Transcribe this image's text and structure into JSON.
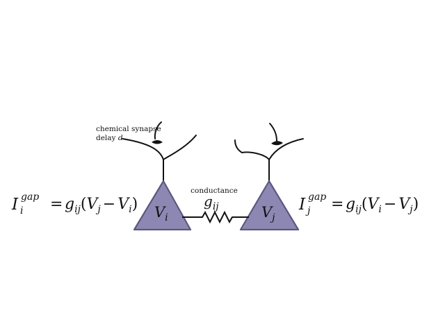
{
  "diagram": {
    "synapse_label_line1": "chemical synapse",
    "synapse_label_line2_prefix": "delay ",
    "synapse_label_line2_var": "d",
    "conductance_label": "conductance",
    "conductance_symbol": "g",
    "conductance_subscript": "ij",
    "neuron_i": {
      "symbol": "V",
      "subscript": "i"
    },
    "neuron_j": {
      "symbol": "V",
      "subscript": "j"
    },
    "equation_left": {
      "lhs_symbol": "I",
      "lhs_sub": "i",
      "lhs_sup": "gap",
      "equals": "=",
      "coef_symbol": "g",
      "coef_sub": "ij",
      "open_paren": "(",
      "a_symbol": "V",
      "a_sub": "j",
      "minus": "−",
      "b_symbol": "V",
      "b_sub": "i",
      "close_paren": ")"
    },
    "equation_right": {
      "lhs_symbol": "I",
      "lhs_sub": "j",
      "lhs_sup": "gap",
      "equals": "=",
      "coef_symbol": "g",
      "coef_sub": "ij",
      "open_paren": "(",
      "a_symbol": "V",
      "a_sub": "i",
      "minus": "−",
      "b_symbol": "V",
      "b_sub": "j",
      "close_paren": ")"
    },
    "colors": {
      "soma_fill": "#8c88b3",
      "soma_stroke": "#5b587f",
      "line": "#111111"
    }
  }
}
